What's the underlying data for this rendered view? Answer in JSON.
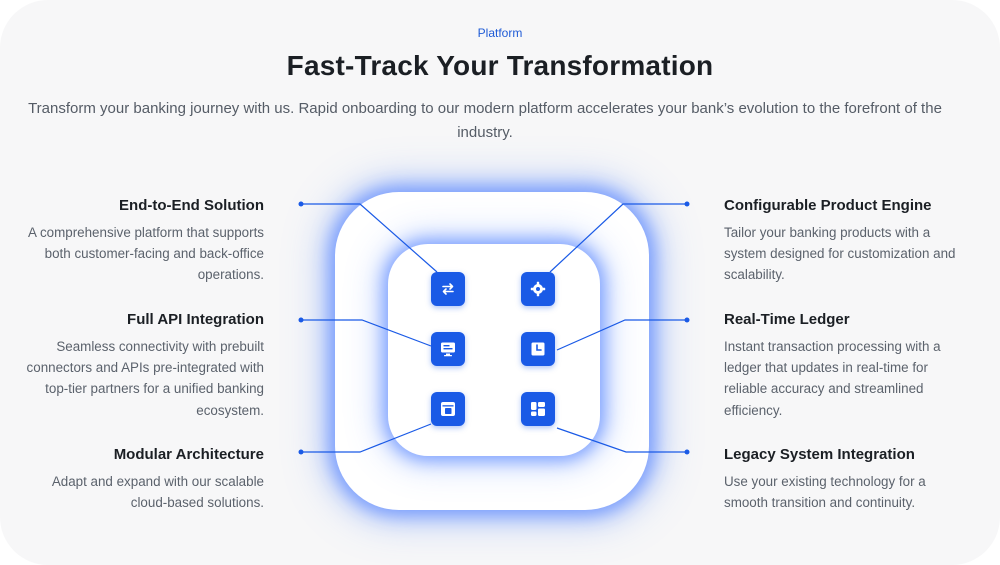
{
  "header": {
    "eyebrow": "Platform",
    "title": "Fast-Track Your Transformation",
    "subtitle": "Transform your banking journey with us. Rapid onboarding to our modern platform accelerates your bank’s evolution to the forefront of the industry."
  },
  "features_left": [
    {
      "title": "End-to-End Solution",
      "desc": "A comprehensive platform that supports both customer-facing and back-office operations."
    },
    {
      "title": "Full API Integration",
      "desc": "Seamless connectivity with prebuilt connectors and APIs pre-integrated with top-tier partners for a unified banking ecosystem."
    },
    {
      "title": "Modular Architecture",
      "desc": "Adapt and expand with our scalable cloud-based solutions."
    }
  ],
  "features_right": [
    {
      "title": "Configurable Product Engine",
      "desc": "Tailor your banking products with a system designed for customization and scalability."
    },
    {
      "title": "Real-Time Ledger",
      "desc": "Instant transaction processing with a ledger that updates in real-time for reliable accuracy and streamlined efficiency."
    },
    {
      "title": "Legacy System Integration",
      "desc": "Use your existing technology for a smooth transition and continuity."
    }
  ],
  "icons": [
    {
      "name": "transfer-icon"
    },
    {
      "name": "gear-icon"
    },
    {
      "name": "monitor-icon"
    },
    {
      "name": "clock-icon"
    },
    {
      "name": "browser-window-icon"
    },
    {
      "name": "dashboard-grid-icon"
    }
  ],
  "colors": {
    "accent": "#1a5ae6",
    "heading": "#1b1f24",
    "body_text": "#5b626c",
    "background": "#f7f7f8"
  }
}
